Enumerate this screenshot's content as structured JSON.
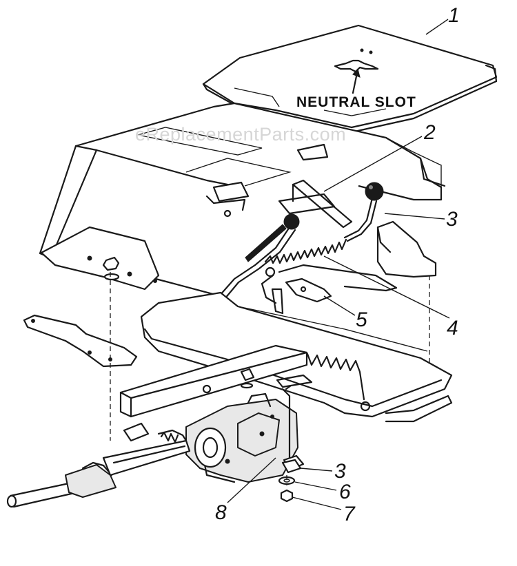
{
  "diagram": {
    "watermark": "eReplacementParts.com",
    "neutral_label": "NEUTRAL SLOT",
    "callouts": {
      "c1": "1",
      "c2": "2",
      "c3_upper": "3",
      "c4": "4",
      "c5": "5",
      "c3_lower": "3",
      "c6": "6",
      "c7": "7",
      "c8": "8"
    }
  }
}
